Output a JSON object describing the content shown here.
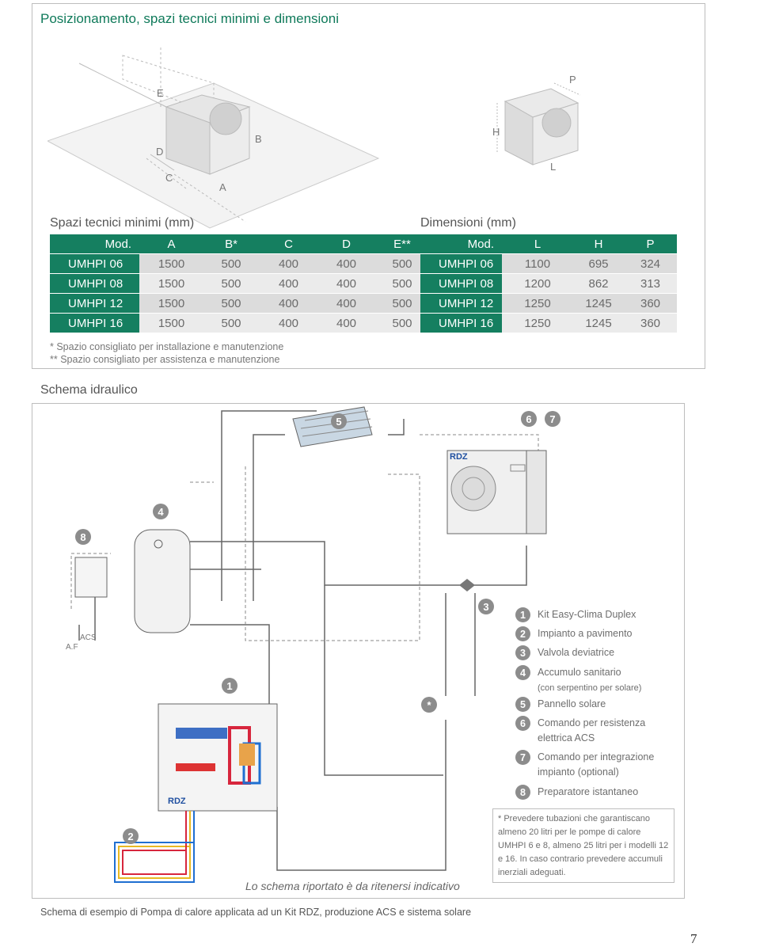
{
  "page": {
    "title": "Posizionamento, spazi tecnici minimi e dimensioni",
    "number": "7"
  },
  "installation_diagram": {
    "labels": [
      "E",
      "D",
      "B",
      "C",
      "A"
    ]
  },
  "dimension_diagram": {
    "labels": [
      "P",
      "H",
      "L"
    ]
  },
  "spaces": {
    "title": "Spazi tecnici minimi (mm)",
    "headers": [
      "Mod.",
      "A",
      "B*",
      "C",
      "D",
      "E**"
    ],
    "rows": [
      [
        "UMHPI 06",
        "1500",
        "500",
        "400",
        "400",
        "500"
      ],
      [
        "UMHPI 08",
        "1500",
        "500",
        "400",
        "400",
        "500"
      ],
      [
        "UMHPI 12",
        "1500",
        "500",
        "400",
        "400",
        "500"
      ],
      [
        "UMHPI 16",
        "1500",
        "500",
        "400",
        "400",
        "500"
      ]
    ],
    "notes": [
      "* Spazio consigliato per installazione e manutenzione",
      "** Spazio consigliato per assistenza e manutenzione"
    ]
  },
  "dimensions": {
    "title": "Dimensioni (mm)",
    "headers": [
      "Mod.",
      "L",
      "H",
      "P"
    ],
    "rows": [
      [
        "UMHPI 06",
        "1100",
        "695",
        "324"
      ],
      [
        "UMHPI 08",
        "1200",
        "862",
        "313"
      ],
      [
        "UMHPI 12",
        "1250",
        "1245",
        "360"
      ],
      [
        "UMHPI 16",
        "1250",
        "1245",
        "360"
      ]
    ]
  },
  "schema": {
    "title": "Schema idraulico",
    "labels": {
      "af": "A.F",
      "acs": "ACS",
      "brand1": "RDZ",
      "brand2": "RDZ",
      "asterisk": "*"
    },
    "badges": [
      "1",
      "2",
      "3",
      "4",
      "5",
      "6",
      "7",
      "8"
    ],
    "legend": [
      {
        "n": "1",
        "text": "Kit Easy-Clima Duplex"
      },
      {
        "n": "2",
        "text": "Impianto a pavimento"
      },
      {
        "n": "3",
        "text": "Valvola deviatrice"
      },
      {
        "n": "4",
        "text": "Accumulo sanitario",
        "sub": "(con serpentino per solare)"
      },
      {
        "n": "5",
        "text": "Pannello solare"
      },
      {
        "n": "6",
        "text": "Comando per resistenza elettrica ACS"
      },
      {
        "n": "7",
        "text": "Comando per integrazione impianto (optional)"
      },
      {
        "n": "8",
        "text": "Preparatore istantaneo"
      }
    ],
    "footnote": "* Prevedere tubazioni che garantiscano almeno 20 litri per le pompe di calore UMHPI 6 e 8, almeno 25 litri per i modelli 12 e 16. In caso contrario prevedere accumuli inerziali adeguati.",
    "italic_caption": "Lo schema riportato è da ritenersi indicativo",
    "bottom_caption": "Schema di esempio di Pompa di calore applicata ad un Kit RDZ, produzione ACS e sistema solare"
  },
  "colors": {
    "accent_green": "#157f60",
    "title_green": "#0f7a5a",
    "badge_grey": "#8c8c8c",
    "pipe_red": "#d7263d",
    "pipe_blue": "#1f6fd1",
    "pipe_yellow": "#e8b923"
  }
}
